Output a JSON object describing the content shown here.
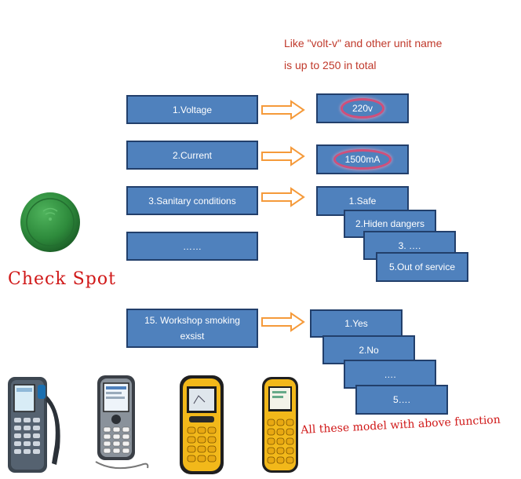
{
  "note": {
    "line1": "Like \"volt-v\" and other unit name",
    "line2": "is up to 250 in total"
  },
  "items": [
    {
      "label": "1.Voltage",
      "value": "220v"
    },
    {
      "label": "2.Current",
      "value": "1500mA"
    },
    {
      "label": "3.Sanitary conditions"
    },
    {
      "label": "……"
    },
    {
      "label": "15. Workshop smoking exsist"
    }
  ],
  "sanitary_options": [
    "1.Safe",
    "2.Hiden dangers",
    "3. ….",
    "5.Out of service"
  ],
  "smoking_options": [
    "1.Yes",
    "2.No",
    "….",
    "5…."
  ],
  "check_spot_label": "Check Spot",
  "bottom_note": "All these model with above function",
  "colors": {
    "box_fill": "#4f81bd",
    "box_border": "#223f6b",
    "arrow": "#f59a3a",
    "note_red": "#c0392b",
    "highlight_oval": "#d14f7a",
    "check_spot_green": "#2e8b3c"
  },
  "icons": [
    "rfid-tag-icon",
    "fingerprint-handheld-device",
    "keypad-handheld-device",
    "yellow-rugged-handheld-device",
    "yellow-rugged-keypad-device"
  ]
}
